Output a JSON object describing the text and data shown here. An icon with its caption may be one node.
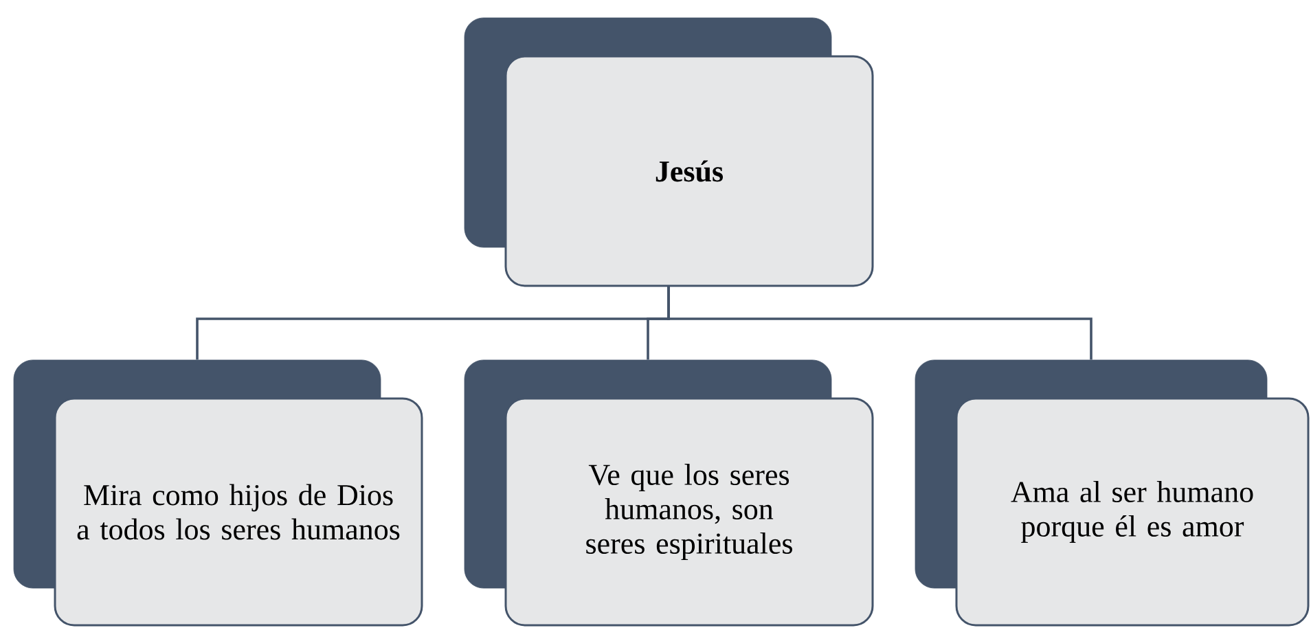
{
  "diagram": {
    "nodes": [
      {
        "text": [
          "Jesús"
        ]
      },
      {
        "text": [
          "Mira como hijos de Dios a todos los seres humanos"
        ]
      },
      {
        "text": [
          "Ve que los seres humanos, son seres espirituales"
        ]
      },
      {
        "text": [
          "Ama al ser humano porque él es amor"
        ]
      }
    ],
    "edges": [
      {
        "from": 0,
        "to": 1,
        "arrow": "none"
      },
      {
        "from": 0,
        "to": 2,
        "arrow": "none"
      },
      {
        "from": 0,
        "to": 3,
        "arrow": "none"
      }
    ]
  }
}
